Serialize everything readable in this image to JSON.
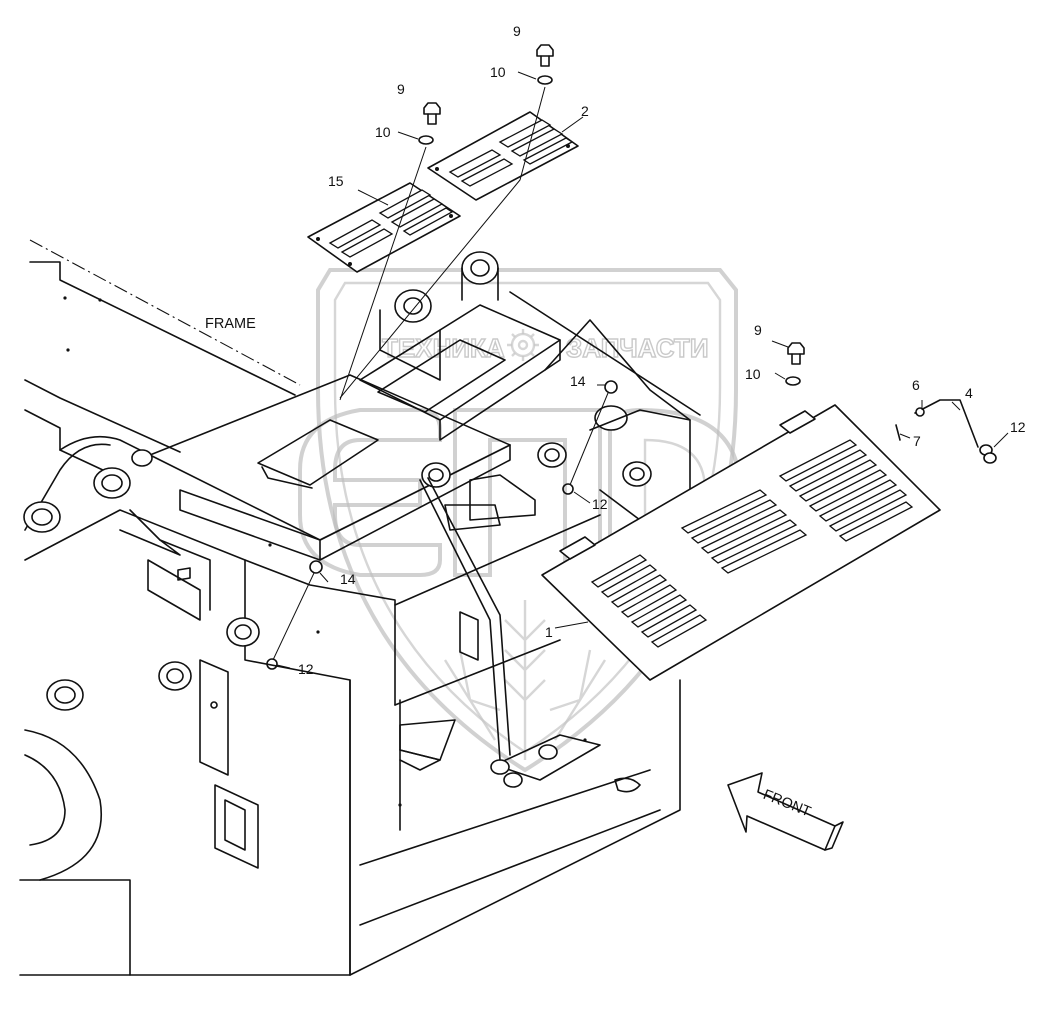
{
  "labels": {
    "frame": "FRAME",
    "front": "FRONT"
  },
  "callouts": {
    "p1": "1",
    "p2": "2",
    "p4": "4",
    "p6": "6",
    "p7": "7",
    "p9a": "9",
    "p9b": "9",
    "p9c": "9",
    "p10a": "10",
    "p10b": "10",
    "p10c": "10",
    "p12a": "12",
    "p12b": "12",
    "p12c": "12",
    "p14a": "14",
    "p14b": "14",
    "p15": "15"
  },
  "watermark": {
    "text_left": "ТЕХНИКА",
    "text_right": "ЗАПЧАСТИ",
    "logo_icon": "gear-icon"
  }
}
